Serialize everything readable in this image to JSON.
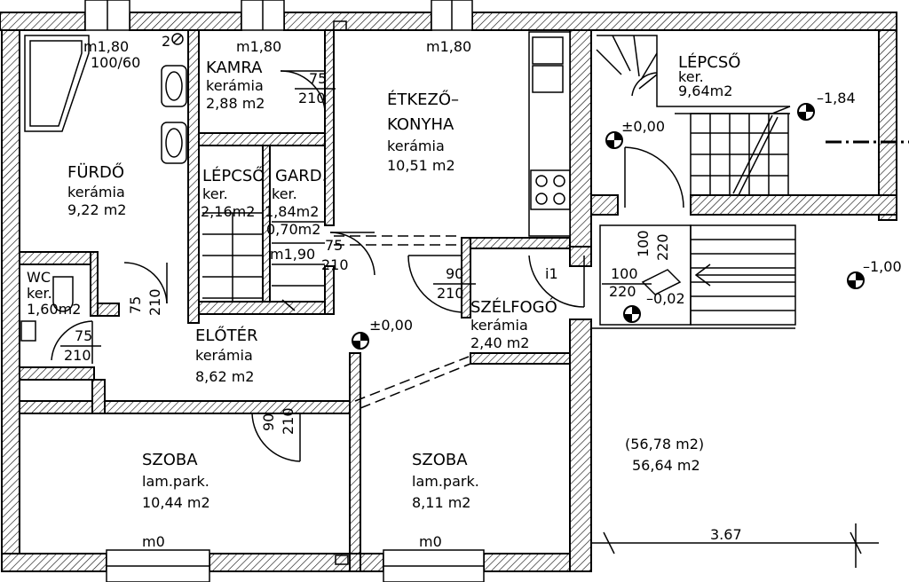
{
  "rooms": {
    "furdo": {
      "name": "FÜRDŐ",
      "floor": "kerámia",
      "area": "9,22 m2"
    },
    "kamra": {
      "name": "KAMRA",
      "floor": "kerámia",
      "area": "2,88 m2"
    },
    "etkezo": {
      "name1": "ÉTKEZŐ–",
      "name2": "KONYHA",
      "floor": "kerámia",
      "area": "10,51 m2"
    },
    "lepcso_top": {
      "name": "LÉPCSŐ",
      "floor": "ker.",
      "area": "9,64m2"
    },
    "lepcso_mid": {
      "name": "LÉPCSŐ",
      "floor": "ker.",
      "area": "2,16m2"
    },
    "gard": {
      "name": "GARD.",
      "floor": "ker.",
      "area": "1,84m2",
      "extra": "0,70m2"
    },
    "wc": {
      "name": "WC",
      "floor": "ker.",
      "area": "1,60m2"
    },
    "eloter": {
      "name": "ELŐTÉR",
      "floor": "kerámia",
      "area": "8,62 m2"
    },
    "szelfogo": {
      "name": "SZÉLFOGÓ",
      "floor": "kerámia",
      "area": "2,40 m2"
    },
    "szoba1": {
      "name": "SZOBA",
      "floor": "lam.park.",
      "area": "10,44 m2"
    },
    "szoba2": {
      "name": "SZOBA",
      "floor": "lam.park.",
      "area": "8,11 m2"
    },
    "terasz": {
      "area1": "(56,78 m2)",
      "area2": "56,64 m2"
    }
  },
  "sills": {
    "s1": "m1,80",
    "s1b": "100/60",
    "s2": "m1,80",
    "s3": "m1,80",
    "s4": "m1,90",
    "s5": "m0",
    "s6": "m0"
  },
  "doors": {
    "d_kamra_w": "75",
    "d_kamra_h": "210",
    "d_furdo_w": "75",
    "d_furdo_h": "210",
    "d_wc_w": "75",
    "d_wc_h": "210",
    "d_gard_w": "75",
    "d_gard_h": "210",
    "d_szel_w": "90",
    "d_szel_h": "210",
    "d_szoba_w": "90",
    "d_szoba_h": "210",
    "d_entry_w": "100",
    "d_entry_h": "220",
    "d_entry2_w": "100",
    "d_entry2_h": "220",
    "i1": "i1",
    "two": "2"
  },
  "levels": {
    "l1": "±0,00",
    "l2": "±0,00",
    "l3": "–1,84",
    "l4": "–1,00",
    "l5": "–0,02"
  },
  "dimension": {
    "d1": "3.67"
  },
  "colors": {
    "line": "#000000",
    "background": "#ffffff"
  }
}
